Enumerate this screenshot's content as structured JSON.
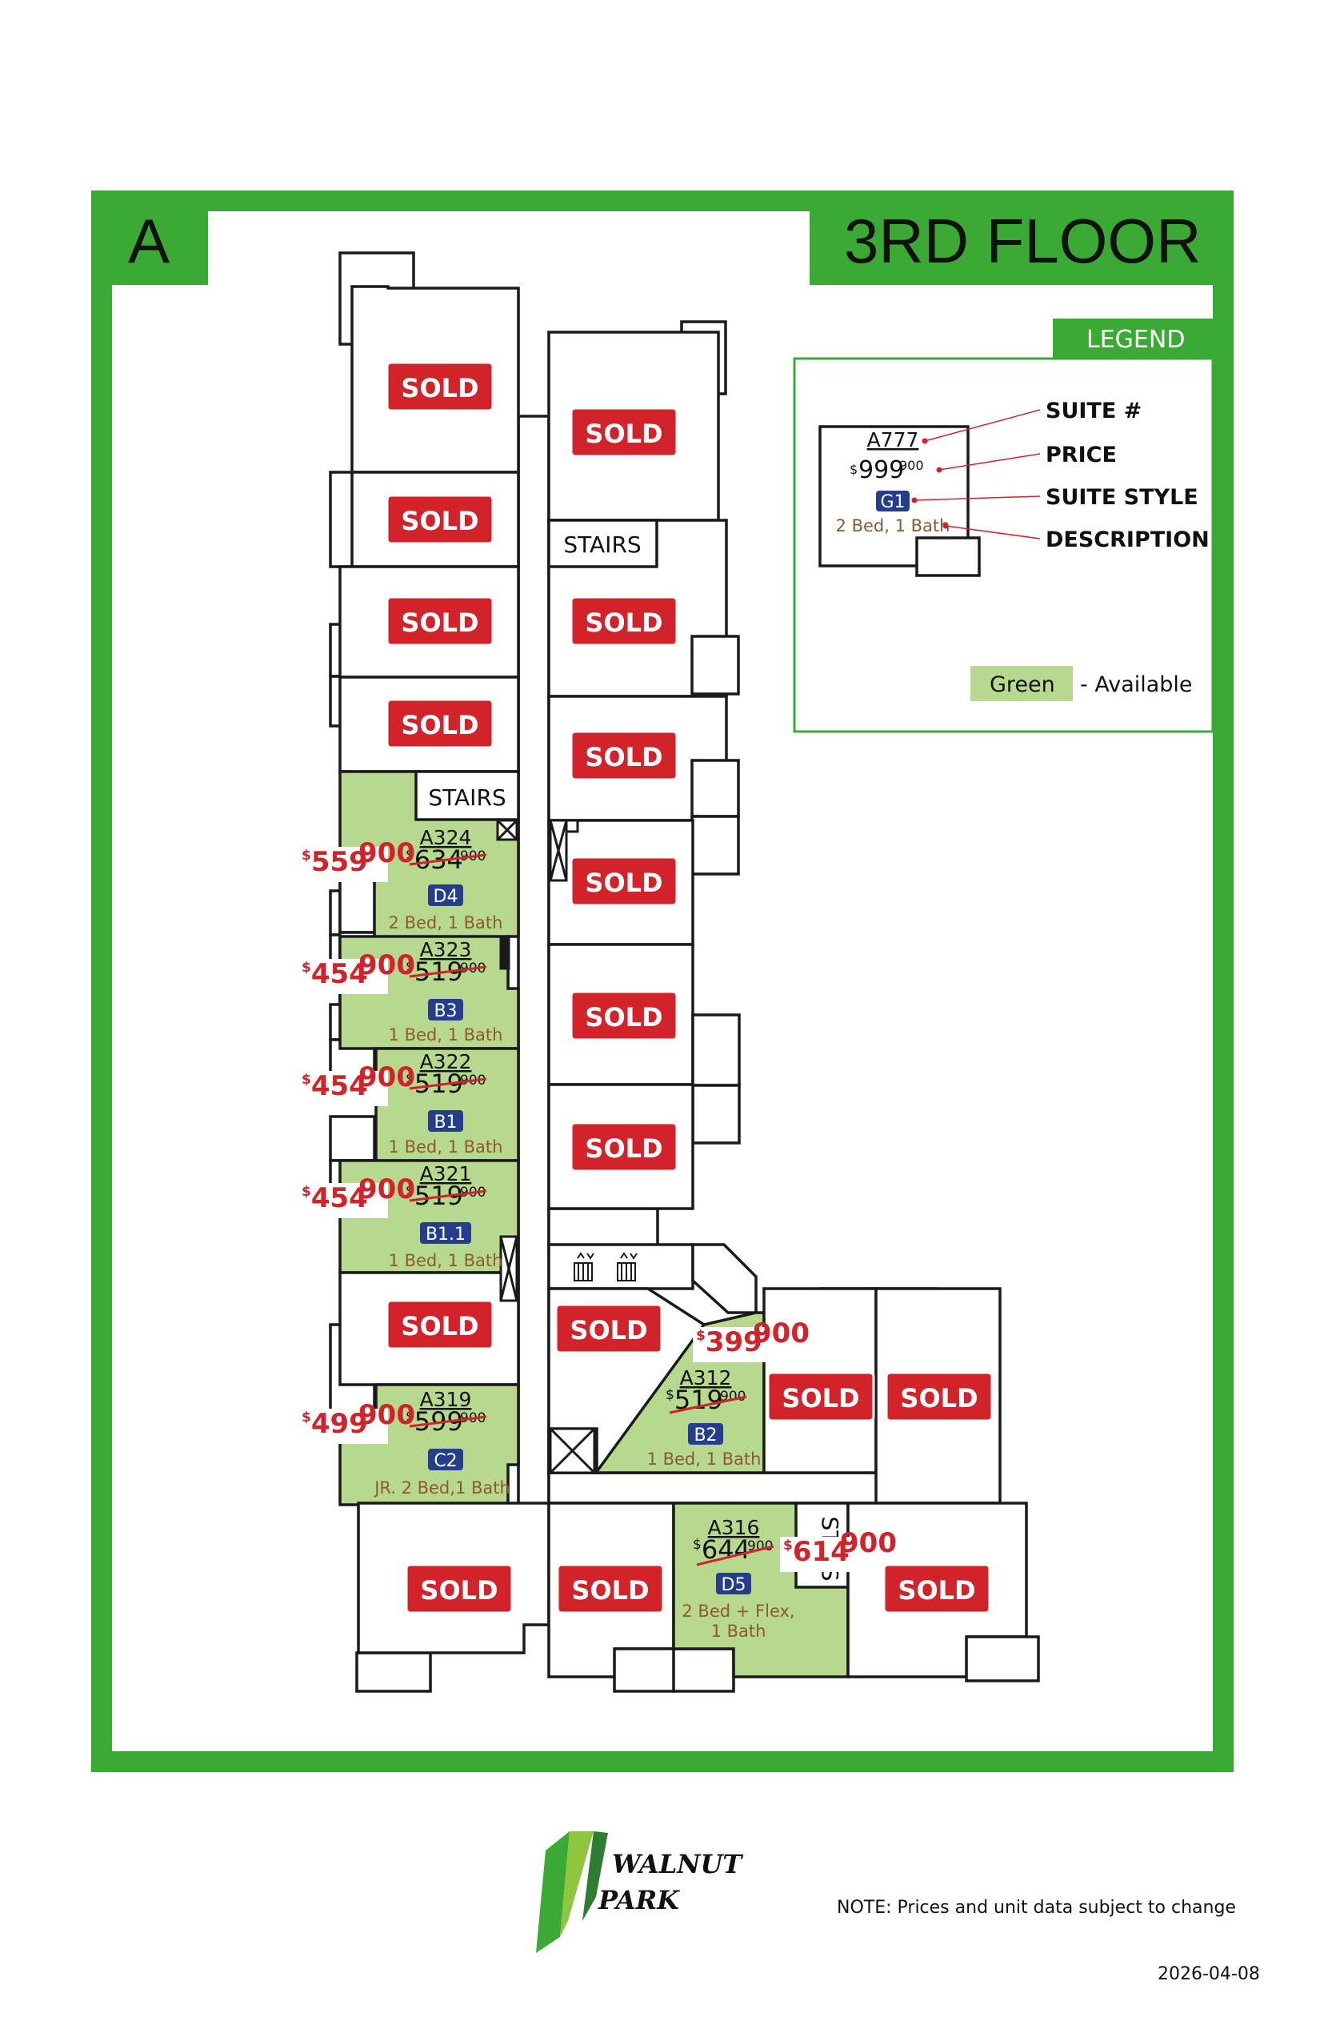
{
  "header": {
    "building_letter": "A",
    "floor_title": "3RD FLOOR"
  },
  "labels": {
    "sold": "SOLD",
    "stairs": "STAIRS",
    "stairs_partial": "ST  RS"
  },
  "legend": {
    "title": "LEGEND",
    "sample_suite": "A777",
    "sample_price_main": "999",
    "sample_price_cents": "900",
    "sample_style": "G1",
    "sample_desc": "2 Bed, 1 Bath",
    "suite_label": "SUITE #",
    "price_label": "PRICE",
    "style_label": "SUITE STYLE",
    "desc_label": "DESCRIPTION",
    "green_label": "Green",
    "available_label": "- Available"
  },
  "available_suites": [
    {
      "suite": "A324",
      "old_price": "634",
      "old_cents": "900",
      "new_price": "559",
      "new_cents": "900",
      "style": "D4",
      "desc": "2 Bed, 1 Bath"
    },
    {
      "suite": "A323",
      "old_price": "519",
      "old_cents": "900",
      "new_price": "454",
      "new_cents": "900",
      "style": "B3",
      "desc": "1 Bed, 1 Bath"
    },
    {
      "suite": "A322",
      "old_price": "519",
      "old_cents": "900",
      "new_price": "454",
      "new_cents": "900",
      "style": "B1",
      "desc": "1 Bed, 1 Bath"
    },
    {
      "suite": "A321",
      "old_price": "519",
      "old_cents": "900",
      "new_price": "454",
      "new_cents": "900",
      "style": "B1.1",
      "desc": "1 Bed, 1 Bath"
    },
    {
      "suite": "A319",
      "old_price": "599",
      "old_cents": "900",
      "new_price": "499",
      "new_cents": "900",
      "style": "C2",
      "desc": "JR. 2 Bed,1 Bath"
    },
    {
      "suite": "A312",
      "old_price": "519",
      "old_cents": "900",
      "new_price": "399",
      "new_cents": "900",
      "style": "B2",
      "desc": "1 Bed, 1 Bath"
    },
    {
      "suite": "A316",
      "old_price": "644",
      "old_cents": "900",
      "new_price": "614",
      "new_cents": "900",
      "style": "D5",
      "desc": "2 Bed + Flex,",
      "desc2": "1 Bath"
    }
  ],
  "footer": {
    "logo_line1": "WALNUT",
    "logo_line2": "PARK",
    "note": "NOTE: Prices and unit data subject to change",
    "date": "2026-04-08"
  },
  "colors": {
    "frame_green": "#3aaa35",
    "available_green": "#b7d98e",
    "sold_red": "#d2232a",
    "style_blue": "#243d8f",
    "desc_brown": "#8d5a2b"
  }
}
